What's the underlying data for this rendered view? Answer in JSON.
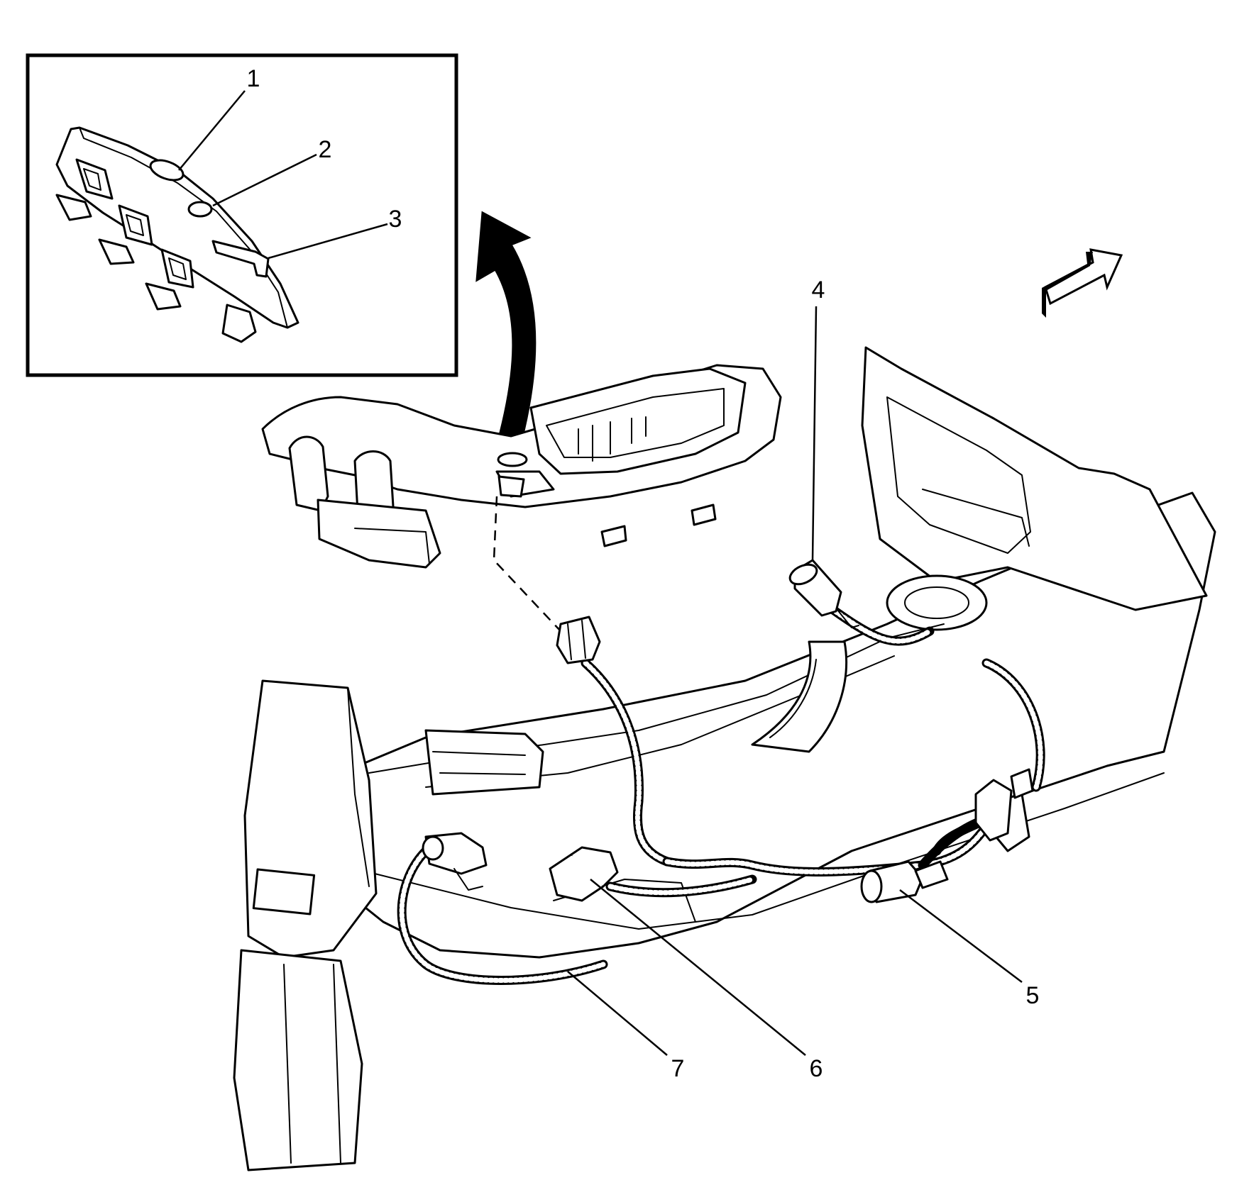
{
  "figure": {
    "callouts": [
      {
        "id": 1,
        "label": "1"
      },
      {
        "id": 2,
        "label": "2"
      },
      {
        "id": 3,
        "label": "3"
      },
      {
        "id": 4,
        "label": "4"
      },
      {
        "id": 5,
        "label": "5"
      },
      {
        "id": 6,
        "label": "6"
      },
      {
        "id": 7,
        "label": "7"
      }
    ],
    "icons": {
      "detail_arrow": "curved-arrow-icon",
      "front_arrow": "front-direction-arrow-icon"
    }
  }
}
